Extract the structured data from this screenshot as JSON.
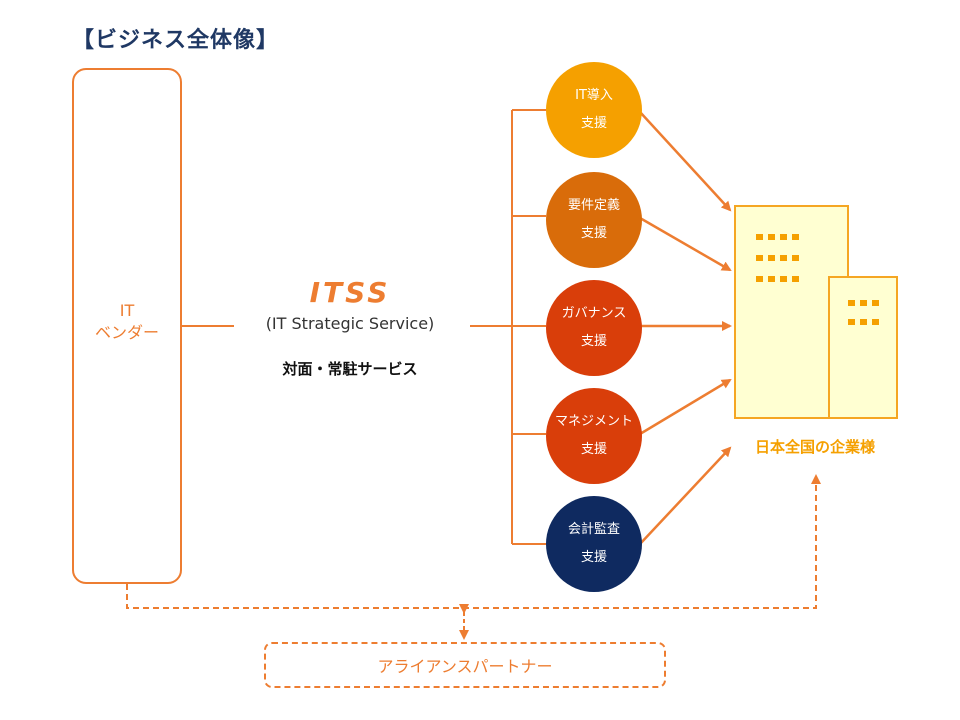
{
  "header": {
    "title": "【ビジネス全体像】"
  },
  "vendor": {
    "line1": "IT",
    "line2": "ベンダー"
  },
  "itss": {
    "logo": "ITSS",
    "subtitle": "(IT Strategic Service)",
    "service": "対面・常駐サービス"
  },
  "supports": [
    {
      "line1": "IT導入",
      "line2": "支援",
      "color": "#f5a000"
    },
    {
      "line1": "要件定義",
      "line2": "支援",
      "color": "#d96c0a"
    },
    {
      "line1": "ガバナンス",
      "line2": "支援",
      "color": "#d93e0a"
    },
    {
      "line1": "マネジメント",
      "line2": "支援",
      "color": "#d93e0a"
    },
    {
      "line1": "会計監査",
      "line2": "支援",
      "color": "#0f2a60"
    }
  ],
  "clients": {
    "label": "日本全国の企業様"
  },
  "alliance": {
    "label": "アライアンスパートナー"
  },
  "colors": {
    "accent": "#ed7d31",
    "amber": "#f5a000",
    "navy": "#1f3864"
  },
  "icons": {
    "building": "building-icon"
  }
}
